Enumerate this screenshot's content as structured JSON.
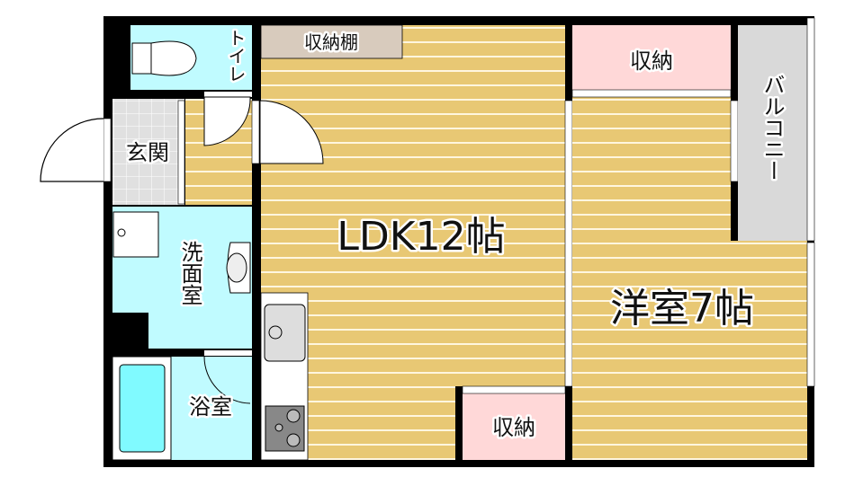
{
  "rooms": {
    "toilet": "トイレ",
    "storage_shelf": "収納棚",
    "entrance": "玄関",
    "washroom": "洗面室",
    "bathroom": "浴室",
    "ldk": "LDK12帖",
    "storage_ldk": "収納",
    "storage_western": "収納",
    "western_room": "洋室7帖",
    "balcony": "バルコニー"
  },
  "colors": {
    "floor": "#e8c874",
    "wet_area": "#c0fbff",
    "storage": "#ffd8d8",
    "shelf": "#d8cbbd",
    "balcony": "#d9d9d9",
    "tile": "#e0e0e0",
    "wall": "#000000"
  }
}
